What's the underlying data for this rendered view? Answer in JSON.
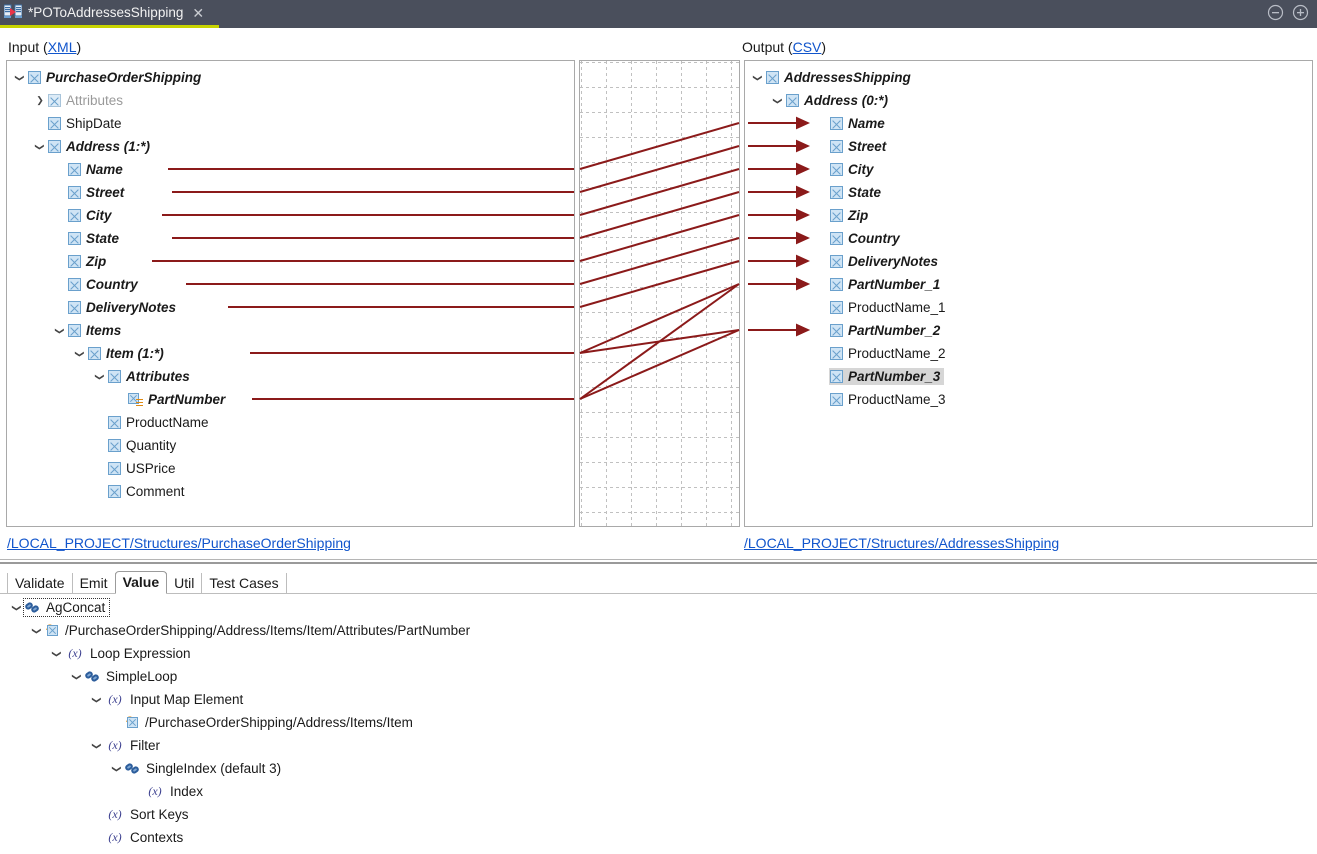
{
  "window": {
    "tab_title": "*POToAddressesShipping",
    "doc_icon": "mapping-document-icon",
    "close_icon": "close-icon",
    "minimize_icon": "minimize-icon",
    "maximize_icon": "maximize-icon",
    "accent_color": "#c8d400",
    "titlebar_color": "#4a4f5c"
  },
  "input_panel": {
    "label": "Input (",
    "format": "XML",
    "label_suffix": ")",
    "footer_link": "/LOCAL_PROJECT/Structures/PurchaseOrderShipping",
    "rows": [
      {
        "label": "PurchaseOrderShipping",
        "indent": 0,
        "twisty": "down",
        "icon": "checkbox-icon",
        "bold": true,
        "dim": false,
        "connector": false
      },
      {
        "label": "Attributes",
        "indent": 1,
        "twisty": "right",
        "icon": "checkbox-icon",
        "bold": false,
        "dim": true,
        "connector": false
      },
      {
        "label": "ShipDate",
        "indent": 1,
        "twisty": "none",
        "icon": "checkbox-icon",
        "bold": false,
        "dim": false,
        "connector": false
      },
      {
        "label": "Address (1:*)",
        "indent": 1,
        "twisty": "down",
        "icon": "checkbox-icon",
        "bold": true,
        "dim": false,
        "connector": false
      },
      {
        "label": "Name",
        "indent": 2,
        "twisty": "none",
        "icon": "checkbox-icon",
        "bold": true,
        "dim": false,
        "connector": true
      },
      {
        "label": "Street",
        "indent": 2,
        "twisty": "none",
        "icon": "checkbox-icon",
        "bold": true,
        "dim": false,
        "connector": true
      },
      {
        "label": "City",
        "indent": 2,
        "twisty": "none",
        "icon": "checkbox-icon",
        "bold": true,
        "dim": false,
        "connector": true
      },
      {
        "label": "State",
        "indent": 2,
        "twisty": "none",
        "icon": "checkbox-icon",
        "bold": true,
        "dim": false,
        "connector": true
      },
      {
        "label": "Zip",
        "indent": 2,
        "twisty": "none",
        "icon": "checkbox-icon",
        "bold": true,
        "dim": false,
        "connector": true
      },
      {
        "label": "Country",
        "indent": 2,
        "twisty": "none",
        "icon": "checkbox-icon",
        "bold": true,
        "dim": false,
        "connector": true
      },
      {
        "label": "DeliveryNotes",
        "indent": 2,
        "twisty": "none",
        "icon": "checkbox-icon",
        "bold": true,
        "dim": false,
        "connector": true
      },
      {
        "label": "Items",
        "indent": 2,
        "twisty": "down",
        "icon": "checkbox-icon",
        "bold": true,
        "dim": false,
        "connector": false
      },
      {
        "label": "Item (1:*)",
        "indent": 3,
        "twisty": "down",
        "icon": "checkbox-icon",
        "bold": true,
        "dim": false,
        "connector": true
      },
      {
        "label": "Attributes",
        "indent": 4,
        "twisty": "down",
        "icon": "checkbox-icon",
        "bold": true,
        "dim": false,
        "connector": false
      },
      {
        "label": "PartNumber",
        "indent": 5,
        "twisty": "none",
        "icon": "attribute-icon",
        "bold": true,
        "dim": false,
        "connector": true
      },
      {
        "label": "ProductName",
        "indent": 4,
        "twisty": "none",
        "icon": "checkbox-icon",
        "bold": false,
        "dim": false,
        "connector": false
      },
      {
        "label": "Quantity",
        "indent": 4,
        "twisty": "none",
        "icon": "checkbox-icon",
        "bold": false,
        "dim": false,
        "connector": false
      },
      {
        "label": "USPrice",
        "indent": 4,
        "twisty": "none",
        "icon": "checkbox-icon",
        "bold": false,
        "dim": false,
        "connector": false
      },
      {
        "label": "Comment",
        "indent": 4,
        "twisty": "none",
        "icon": "checkbox-icon",
        "bold": false,
        "dim": false,
        "connector": false
      }
    ]
  },
  "output_panel": {
    "label": "Output (",
    "format": "CSV",
    "label_suffix": ")",
    "footer_link": "/LOCAL_PROJECT/Structures/AddressesShipping",
    "rows": [
      {
        "label": "AddressesShipping",
        "indent": 0,
        "twisty": "down",
        "icon": "checkbox-icon",
        "bold": true,
        "arrow": false,
        "selected": false
      },
      {
        "label": "Address (0:*)",
        "indent": 1,
        "twisty": "down",
        "icon": "checkbox-icon",
        "bold": true,
        "arrow": false,
        "selected": false
      },
      {
        "label": "Name",
        "indent": 2,
        "twisty": "none",
        "icon": "checkbox-icon",
        "bold": true,
        "arrow": true,
        "selected": false
      },
      {
        "label": "Street",
        "indent": 2,
        "twisty": "none",
        "icon": "checkbox-icon",
        "bold": true,
        "arrow": true,
        "selected": false
      },
      {
        "label": "City",
        "indent": 2,
        "twisty": "none",
        "icon": "checkbox-icon",
        "bold": true,
        "arrow": true,
        "selected": false
      },
      {
        "label": "State",
        "indent": 2,
        "twisty": "none",
        "icon": "checkbox-icon",
        "bold": true,
        "arrow": true,
        "selected": false
      },
      {
        "label": "Zip",
        "indent": 2,
        "twisty": "none",
        "icon": "checkbox-icon",
        "bold": true,
        "arrow": true,
        "selected": false
      },
      {
        "label": "Country",
        "indent": 2,
        "twisty": "none",
        "icon": "checkbox-icon",
        "bold": true,
        "arrow": true,
        "selected": false
      },
      {
        "label": "DeliveryNotes",
        "indent": 2,
        "twisty": "none",
        "icon": "checkbox-icon",
        "bold": true,
        "arrow": true,
        "selected": false
      },
      {
        "label": "PartNumber_1",
        "indent": 2,
        "twisty": "none",
        "icon": "checkbox-icon",
        "bold": true,
        "arrow": true,
        "selected": false
      },
      {
        "label": "ProductName_1",
        "indent": 2,
        "twisty": "none",
        "icon": "checkbox-icon",
        "bold": false,
        "arrow": false,
        "selected": false
      },
      {
        "label": "PartNumber_2",
        "indent": 2,
        "twisty": "none",
        "icon": "checkbox-icon",
        "bold": true,
        "arrow": true,
        "selected": false
      },
      {
        "label": "ProductName_2",
        "indent": 2,
        "twisty": "none",
        "icon": "checkbox-icon",
        "bold": false,
        "arrow": false,
        "selected": false
      },
      {
        "label": "PartNumber_3",
        "indent": 2,
        "twisty": "none",
        "icon": "checkbox-icon",
        "bold": true,
        "arrow": false,
        "selected": true
      },
      {
        "label": "ProductName_3",
        "indent": 2,
        "twisty": "none",
        "icon": "checkbox-icon",
        "bold": false,
        "arrow": false,
        "selected": false
      }
    ]
  },
  "mapping": {
    "line_color": "#8b1a1a",
    "links": [
      {
        "from": "Name",
        "to": "Name"
      },
      {
        "from": "Street",
        "to": "Street"
      },
      {
        "from": "City",
        "to": "City"
      },
      {
        "from": "State",
        "to": "State"
      },
      {
        "from": "Zip",
        "to": "Zip"
      },
      {
        "from": "Country",
        "to": "Country"
      },
      {
        "from": "DeliveryNotes",
        "to": "DeliveryNotes"
      },
      {
        "from": "Item (1:*)",
        "to": "PartNumber_1"
      },
      {
        "from": "PartNumber",
        "to": "PartNumber_1"
      },
      {
        "from": "Item (1:*)",
        "to": "PartNumber_2"
      },
      {
        "from": "PartNumber",
        "to": "PartNumber_2"
      }
    ]
  },
  "bottom_panel": {
    "tabs": [
      {
        "label": "Validate",
        "active": false
      },
      {
        "label": "Emit",
        "active": false
      },
      {
        "label": "Value",
        "active": true
      },
      {
        "label": "Util",
        "active": false
      },
      {
        "label": "Test Cases",
        "active": false
      }
    ],
    "rows": [
      {
        "label": "AgConcat",
        "indent": 0,
        "twisty": "down",
        "icon": "chain-link-icon",
        "focus": true
      },
      {
        "label": "/PurchaseOrderShipping/Address/Items/Item/Attributes/PartNumber",
        "indent": 1,
        "twisty": "down",
        "icon": "path-element-icon",
        "focus": false
      },
      {
        "label": "Loop Expression",
        "indent": 2,
        "twisty": "down",
        "icon": "expression-icon",
        "focus": false
      },
      {
        "label": "SimpleLoop",
        "indent": 3,
        "twisty": "down",
        "icon": "chain-link-icon",
        "focus": false
      },
      {
        "label": "Input Map Element",
        "indent": 4,
        "twisty": "down",
        "icon": "expression-icon",
        "focus": false
      },
      {
        "label": "/PurchaseOrderShipping/Address/Items/Item",
        "indent": 5,
        "twisty": "none",
        "icon": "path-element-icon",
        "focus": false
      },
      {
        "label": "Filter",
        "indent": 4,
        "twisty": "down",
        "icon": "expression-icon",
        "focus": false
      },
      {
        "label": "SingleIndex (default 3)",
        "indent": 5,
        "twisty": "down",
        "icon": "chain-link-icon",
        "focus": false
      },
      {
        "label": "Index",
        "indent": 6,
        "twisty": "none",
        "icon": "expression-icon",
        "focus": false
      },
      {
        "label": "Sort Keys",
        "indent": 4,
        "twisty": "none",
        "icon": "expression-icon",
        "focus": false
      },
      {
        "label": "Contexts",
        "indent": 4,
        "twisty": "none",
        "icon": "expression-icon",
        "focus": false
      }
    ]
  }
}
